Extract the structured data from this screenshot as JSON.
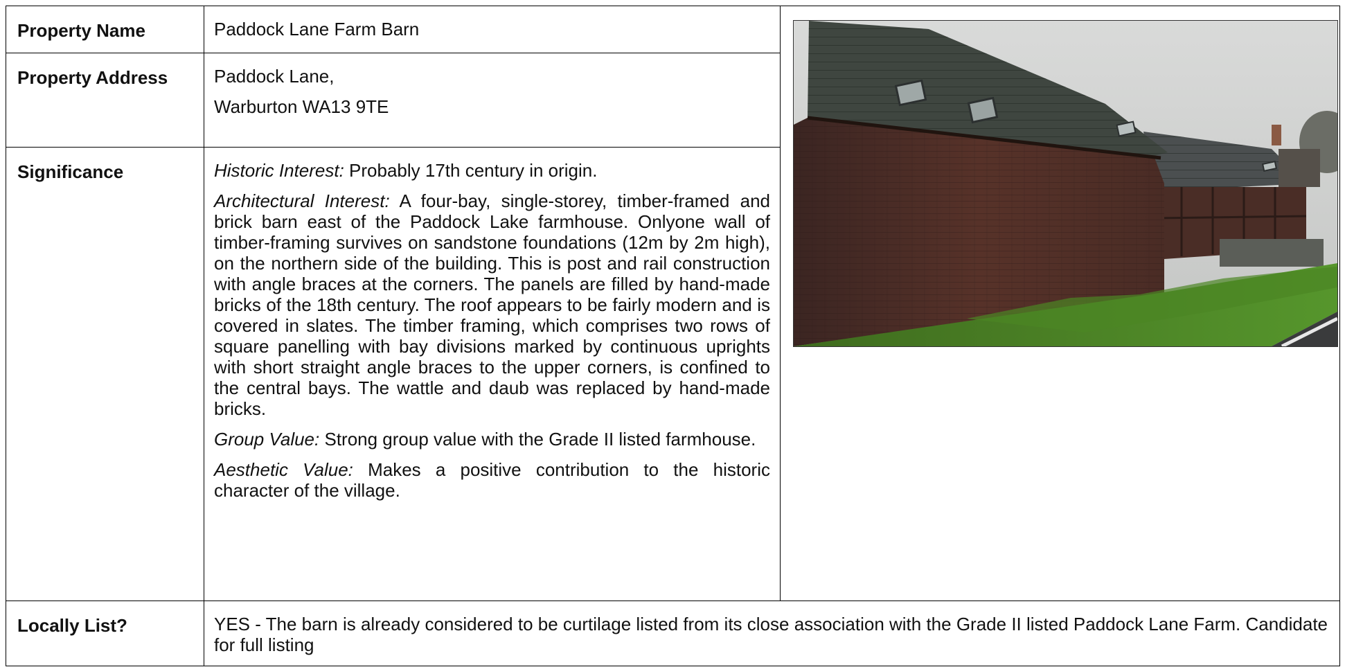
{
  "rows": {
    "name": {
      "label": "Property Name",
      "value": "Paddock Lane Farm Barn"
    },
    "address": {
      "label": "Property Address",
      "line1": "Paddock Lane,",
      "line2": "Warburton WA13 9TE"
    },
    "significance": {
      "label": "Significance",
      "historic_label": "Historic Interest:",
      "historic_text": " Probably 17th century in origin.",
      "architectural_label": "Architectural Interest:",
      "architectural_text": " A four-bay, single-storey, timber-framed and brick barn east of the Paddock Lake farmhouse. Onlyone wall of timber-framing survives on sandstone foundations (12m by 2m high), on the northern side of the building. This is post and rail construction with angle braces at the corners. The panels are filled by hand-made bricks of the 18th century. The roof appears to be fairly modern and is covered in slates. The timber framing, which comprises two rows of square panelling with bay divisions marked by continuous uprights with short straight angle braces to the upper corners, is confined to the central bays. The wattle and daub was replaced by hand-made bricks.",
      "group_label": "Group Value:",
      "group_text": " Strong group value with the Grade II listed farmhouse.",
      "aesthetic_label": "Aesthetic Value:",
      "aesthetic_text": " Makes a positive contribution to the historic character of the village."
    },
    "locally_list": {
      "label": "Locally List?",
      "value": "YES - The barn is already considered to be curtilage listed from its close association with the Grade II listed Paddock Lane Farm. Candidate for full listing"
    }
  },
  "photo": {
    "icon": "barn-photo"
  }
}
